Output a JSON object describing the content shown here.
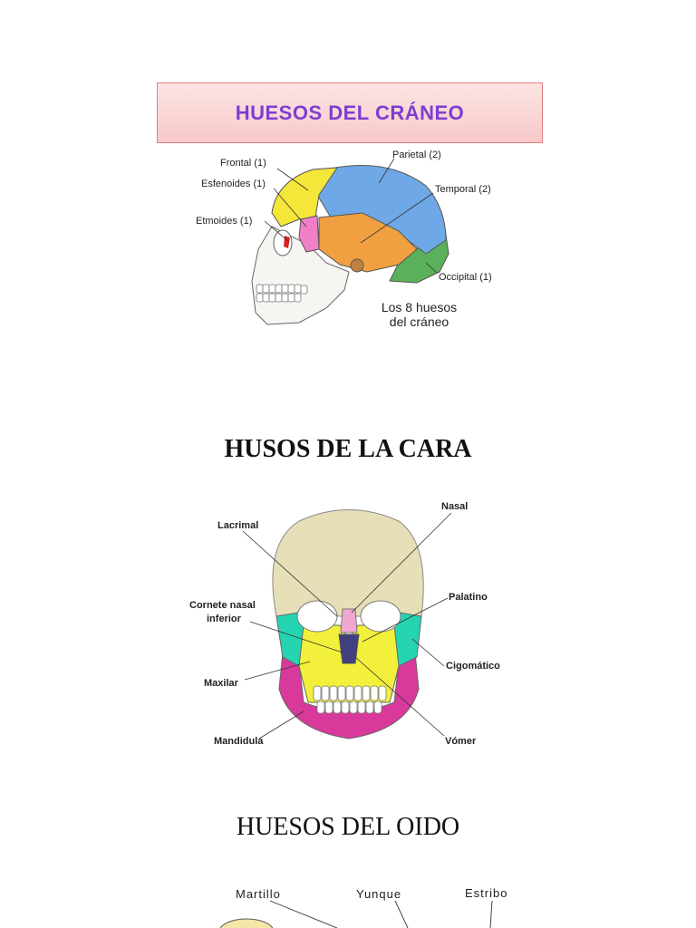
{
  "skull_section": {
    "title": "HUESOS DEL CRÁNEO",
    "labels": {
      "frontal": "Frontal (1)",
      "esfenoides": "Esfenoides (1)",
      "etmoides": "Etmoides (1)",
      "parietal": "Parietal (2)",
      "temporal": "Temporal (2)",
      "occipital": "Occipital (1)"
    },
    "caption_line1": "Los 8 huesos",
    "caption_line2": "del cráneo"
  },
  "face_section": {
    "title": "HUSOS DE LA CARA",
    "labels": {
      "lacrimal": "Lacrimal",
      "cornete_line1": "Cornete nasal",
      "cornete_line2": "inferior",
      "maxilar": "Maxilar",
      "mandibula": "Mandidula",
      "nasal": "Nasal",
      "palatino": "Palatino",
      "cigomatico": "Cigomático",
      "vomer": "Vómer"
    }
  },
  "ear_section": {
    "title": "HUESOS DEL OIDO",
    "labels": {
      "martillo": "Martillo",
      "yunque": "Yunque",
      "estribo": "Estribo"
    }
  },
  "colors": {
    "frontal": "#f5e63a",
    "parietal": "#6fa8e6",
    "temporal": "#f0a040",
    "occipital": "#5bb15b",
    "esfenoides": "#f07fc8",
    "title_text": "#7b3fd0",
    "skull_bone": "#e6dfb8",
    "maxilar": "#f2f03a",
    "mandibula": "#d8399a",
    "cigomatico": "#25d4b0",
    "nasal": "#f0a8d0",
    "vomer": "#404080"
  }
}
